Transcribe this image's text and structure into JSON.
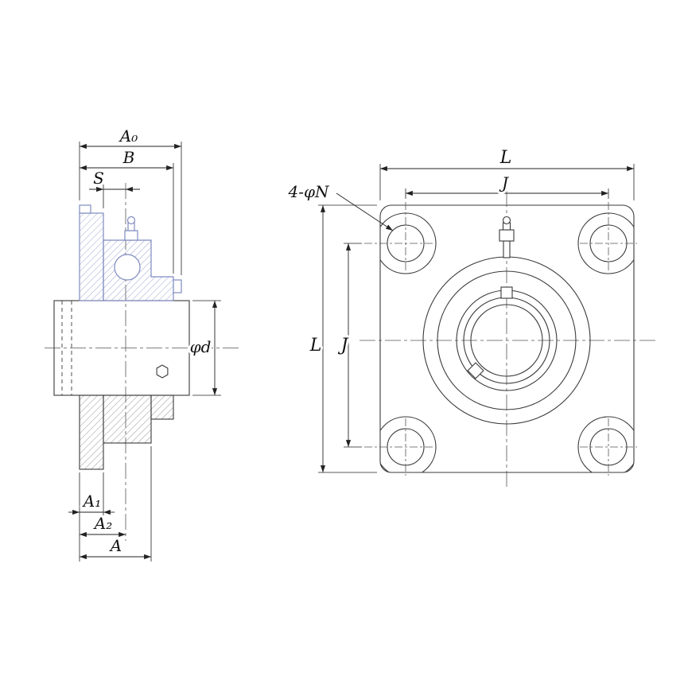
{
  "drawing": {
    "side_view": {
      "dim_a0": "A₀",
      "dim_b": "B",
      "dim_s": "S",
      "dim_phi_d": "φd",
      "dim_a1": "A₁",
      "dim_a2": "A₂",
      "dim_a": "A"
    },
    "front_view": {
      "dim_l_top": "L",
      "dim_j_top": "J",
      "dim_l_side": "L",
      "dim_j_side": "J",
      "bolt_note": "4-φN"
    },
    "colors": {
      "part_line": "#3a3a3a",
      "insert_line": "#7f8bbf",
      "dimension_line": "#222222",
      "background": "#ffffff"
    }
  }
}
